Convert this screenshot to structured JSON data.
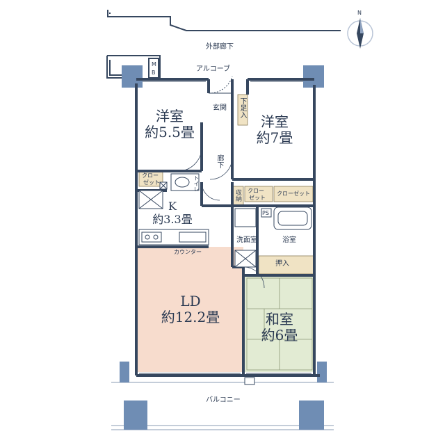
{
  "compass": {
    "north_label": "N"
  },
  "exterior": {
    "corridor": "外部廊下",
    "balcony": "バルコニー"
  },
  "entry": {
    "alcove": "アルコーブ",
    "genkan": "玄関",
    "shoe_box": "下足入",
    "hallway": "廊下",
    "mb_top": "M",
    "mb_bottom": "B"
  },
  "rooms": {
    "western_a": {
      "name": "洋室",
      "size": "約5.5畳"
    },
    "western_b": {
      "name": "洋室",
      "size": "約7畳"
    },
    "kitchen": {
      "name": "K",
      "size": "約3.3畳"
    },
    "ld": {
      "name": "LD",
      "size": "約12.2畳"
    },
    "japanese": {
      "name": "和室",
      "size": "約6畳"
    }
  },
  "fixtures": {
    "closet_a": {
      "line1": "クロー",
      "line2": "ゼット"
    },
    "closet_b": {
      "line1": "クロー",
      "line2": "ゼット"
    },
    "closet_c": "クローゼット",
    "toilet": "トイレ",
    "storage": "収納",
    "counter": "カウンター",
    "washroom": "洗面室",
    "bathroom": "浴室",
    "ps": "PS",
    "oshiire": "押入"
  },
  "colors": {
    "wall": "#36475f",
    "pillar": "#6f8db4",
    "ld_floor": "#f7dccd",
    "tatami": "#e2ebd3",
    "fixture": "#f0e3c4",
    "text": "#2b3a52"
  }
}
